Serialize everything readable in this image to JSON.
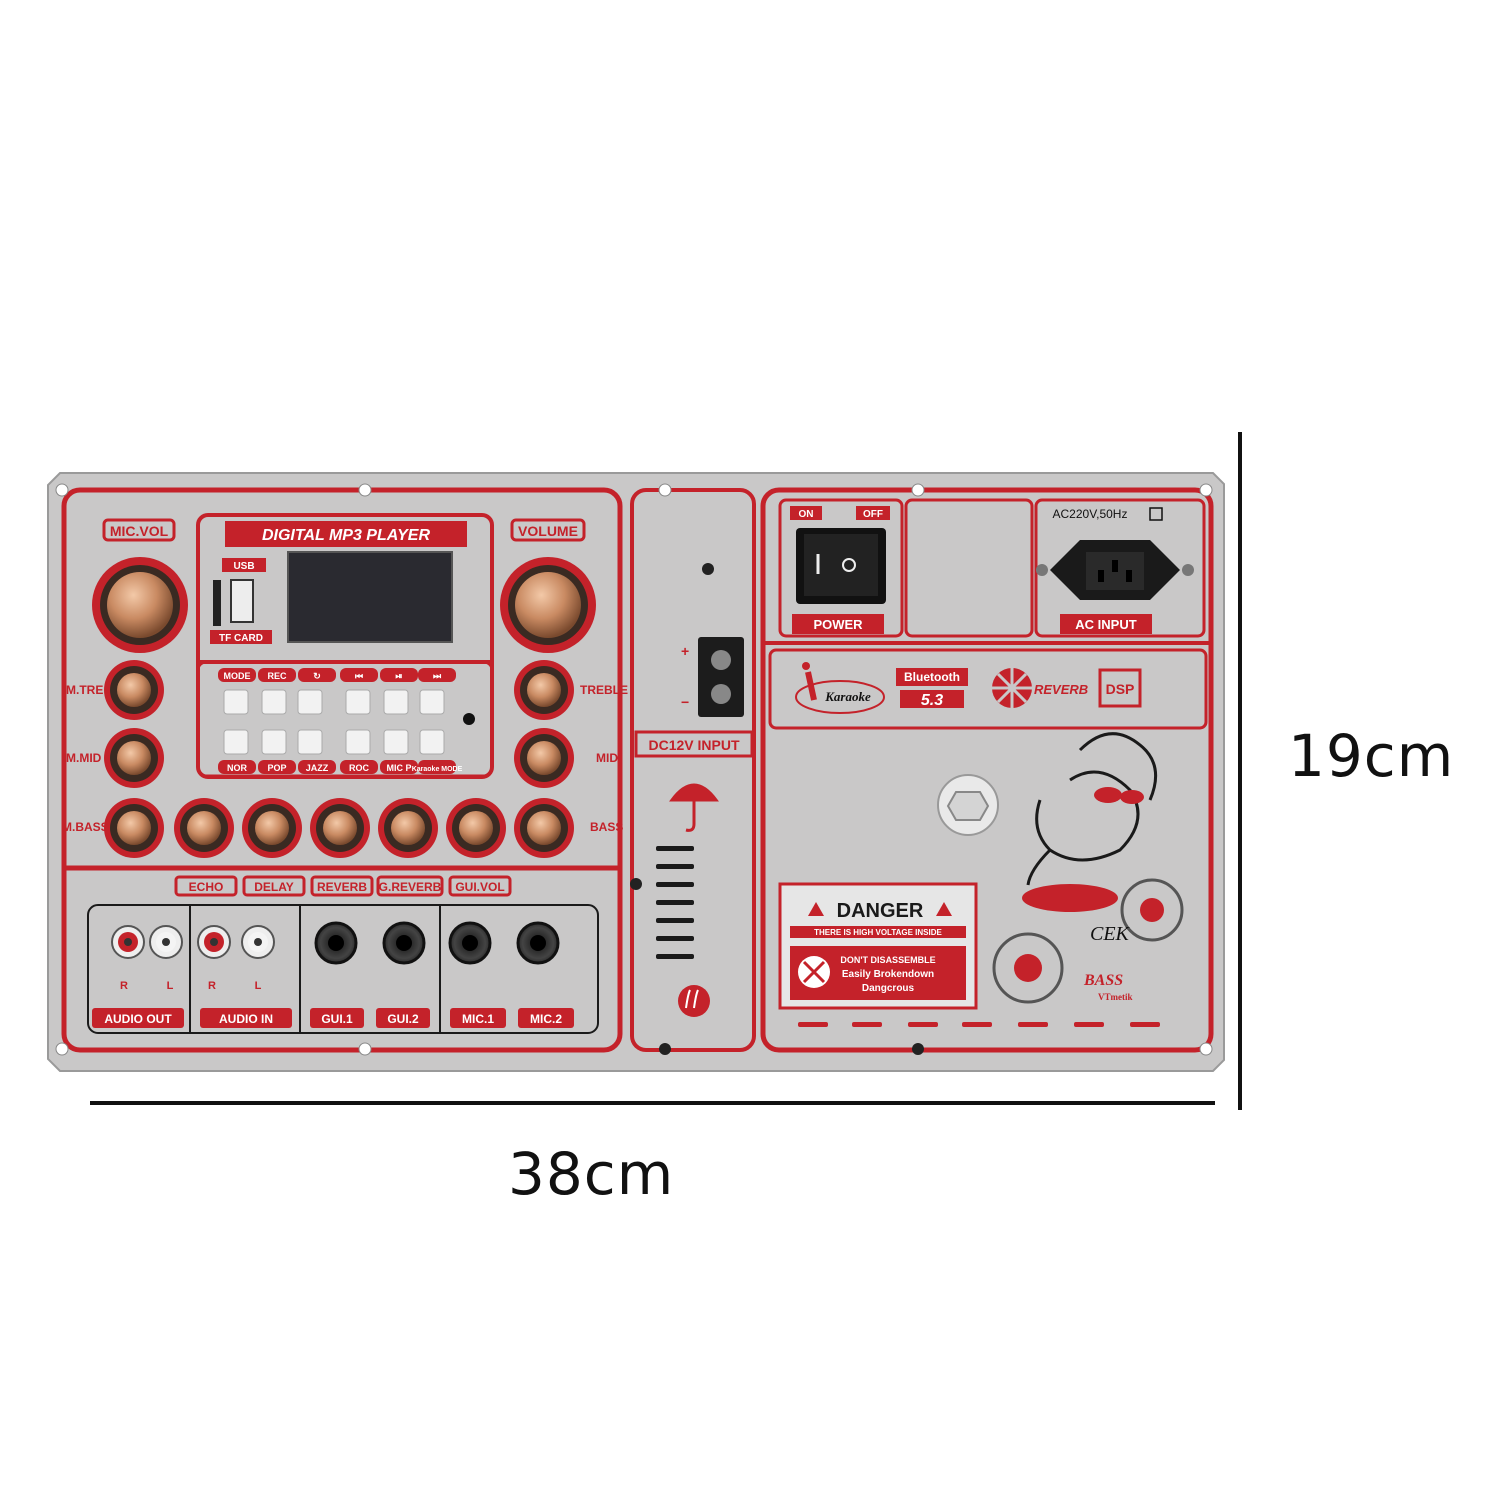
{
  "dimensions": {
    "width_label": "38cm",
    "height_label": "19cm"
  },
  "colors": {
    "panel": "#c9c8c8",
    "accent": "#c4222a",
    "knob": "#c98a62",
    "black": "#1a1a1a"
  },
  "player": {
    "title": "DIGITAL MP3 PLAYER",
    "usb": "USB",
    "tf_card": "TF CARD"
  },
  "knobs": {
    "mic_vol": "MIC.VOL",
    "volume": "VOLUME",
    "m_treble": "M.TRE",
    "m_mid": "M.MID",
    "m_bass": "M.BASS",
    "treble": "TREBLE",
    "mid": "MID",
    "bass": "BASS",
    "bottom": [
      "ECHO",
      "DELAY",
      "REVERB",
      "G.REVERB",
      "GUI.VOL"
    ]
  },
  "buttons": {
    "top_labels": [
      "MODE",
      "REC",
      "↻",
      "⏮",
      "⏯",
      "⏭"
    ],
    "bottom_labels": [
      "NOR",
      "POP",
      "JAZZ",
      "ROC",
      "MIC P",
      "Karaoke MODE"
    ]
  },
  "io": {
    "audio_out": "AUDIO OUT",
    "audio_in": "AUDIO IN",
    "gui1": "GUI.1",
    "gui2": "GUI.2",
    "mic1": "MIC.1",
    "mic2": "MIC.2",
    "r": "R",
    "l": "L"
  },
  "power": {
    "on": "ON",
    "off": "OFF",
    "power_label": "POWER",
    "ac_rating": "AC220V,50Hz",
    "ac_input": "AC INPUT",
    "dc_input": "DC12V INPUT",
    "plus": "+",
    "minus": "−"
  },
  "features": {
    "karaoke": "Karaoke",
    "bluetooth": "Bluetooth",
    "bt_version": "5.3",
    "reverb": "REVERB",
    "dsp": "DSP"
  },
  "warning": {
    "danger": "DANGER",
    "high_voltage": "THERE IS HIGH VOLTAGE INSIDE",
    "line1": "DON'T DISASSEMBLE",
    "line2": "Easily Brokendown",
    "line3": "Dangcrous"
  },
  "logo": {
    "brand": "CEK",
    "bass": "BASS",
    "sub": "VTmetik"
  }
}
